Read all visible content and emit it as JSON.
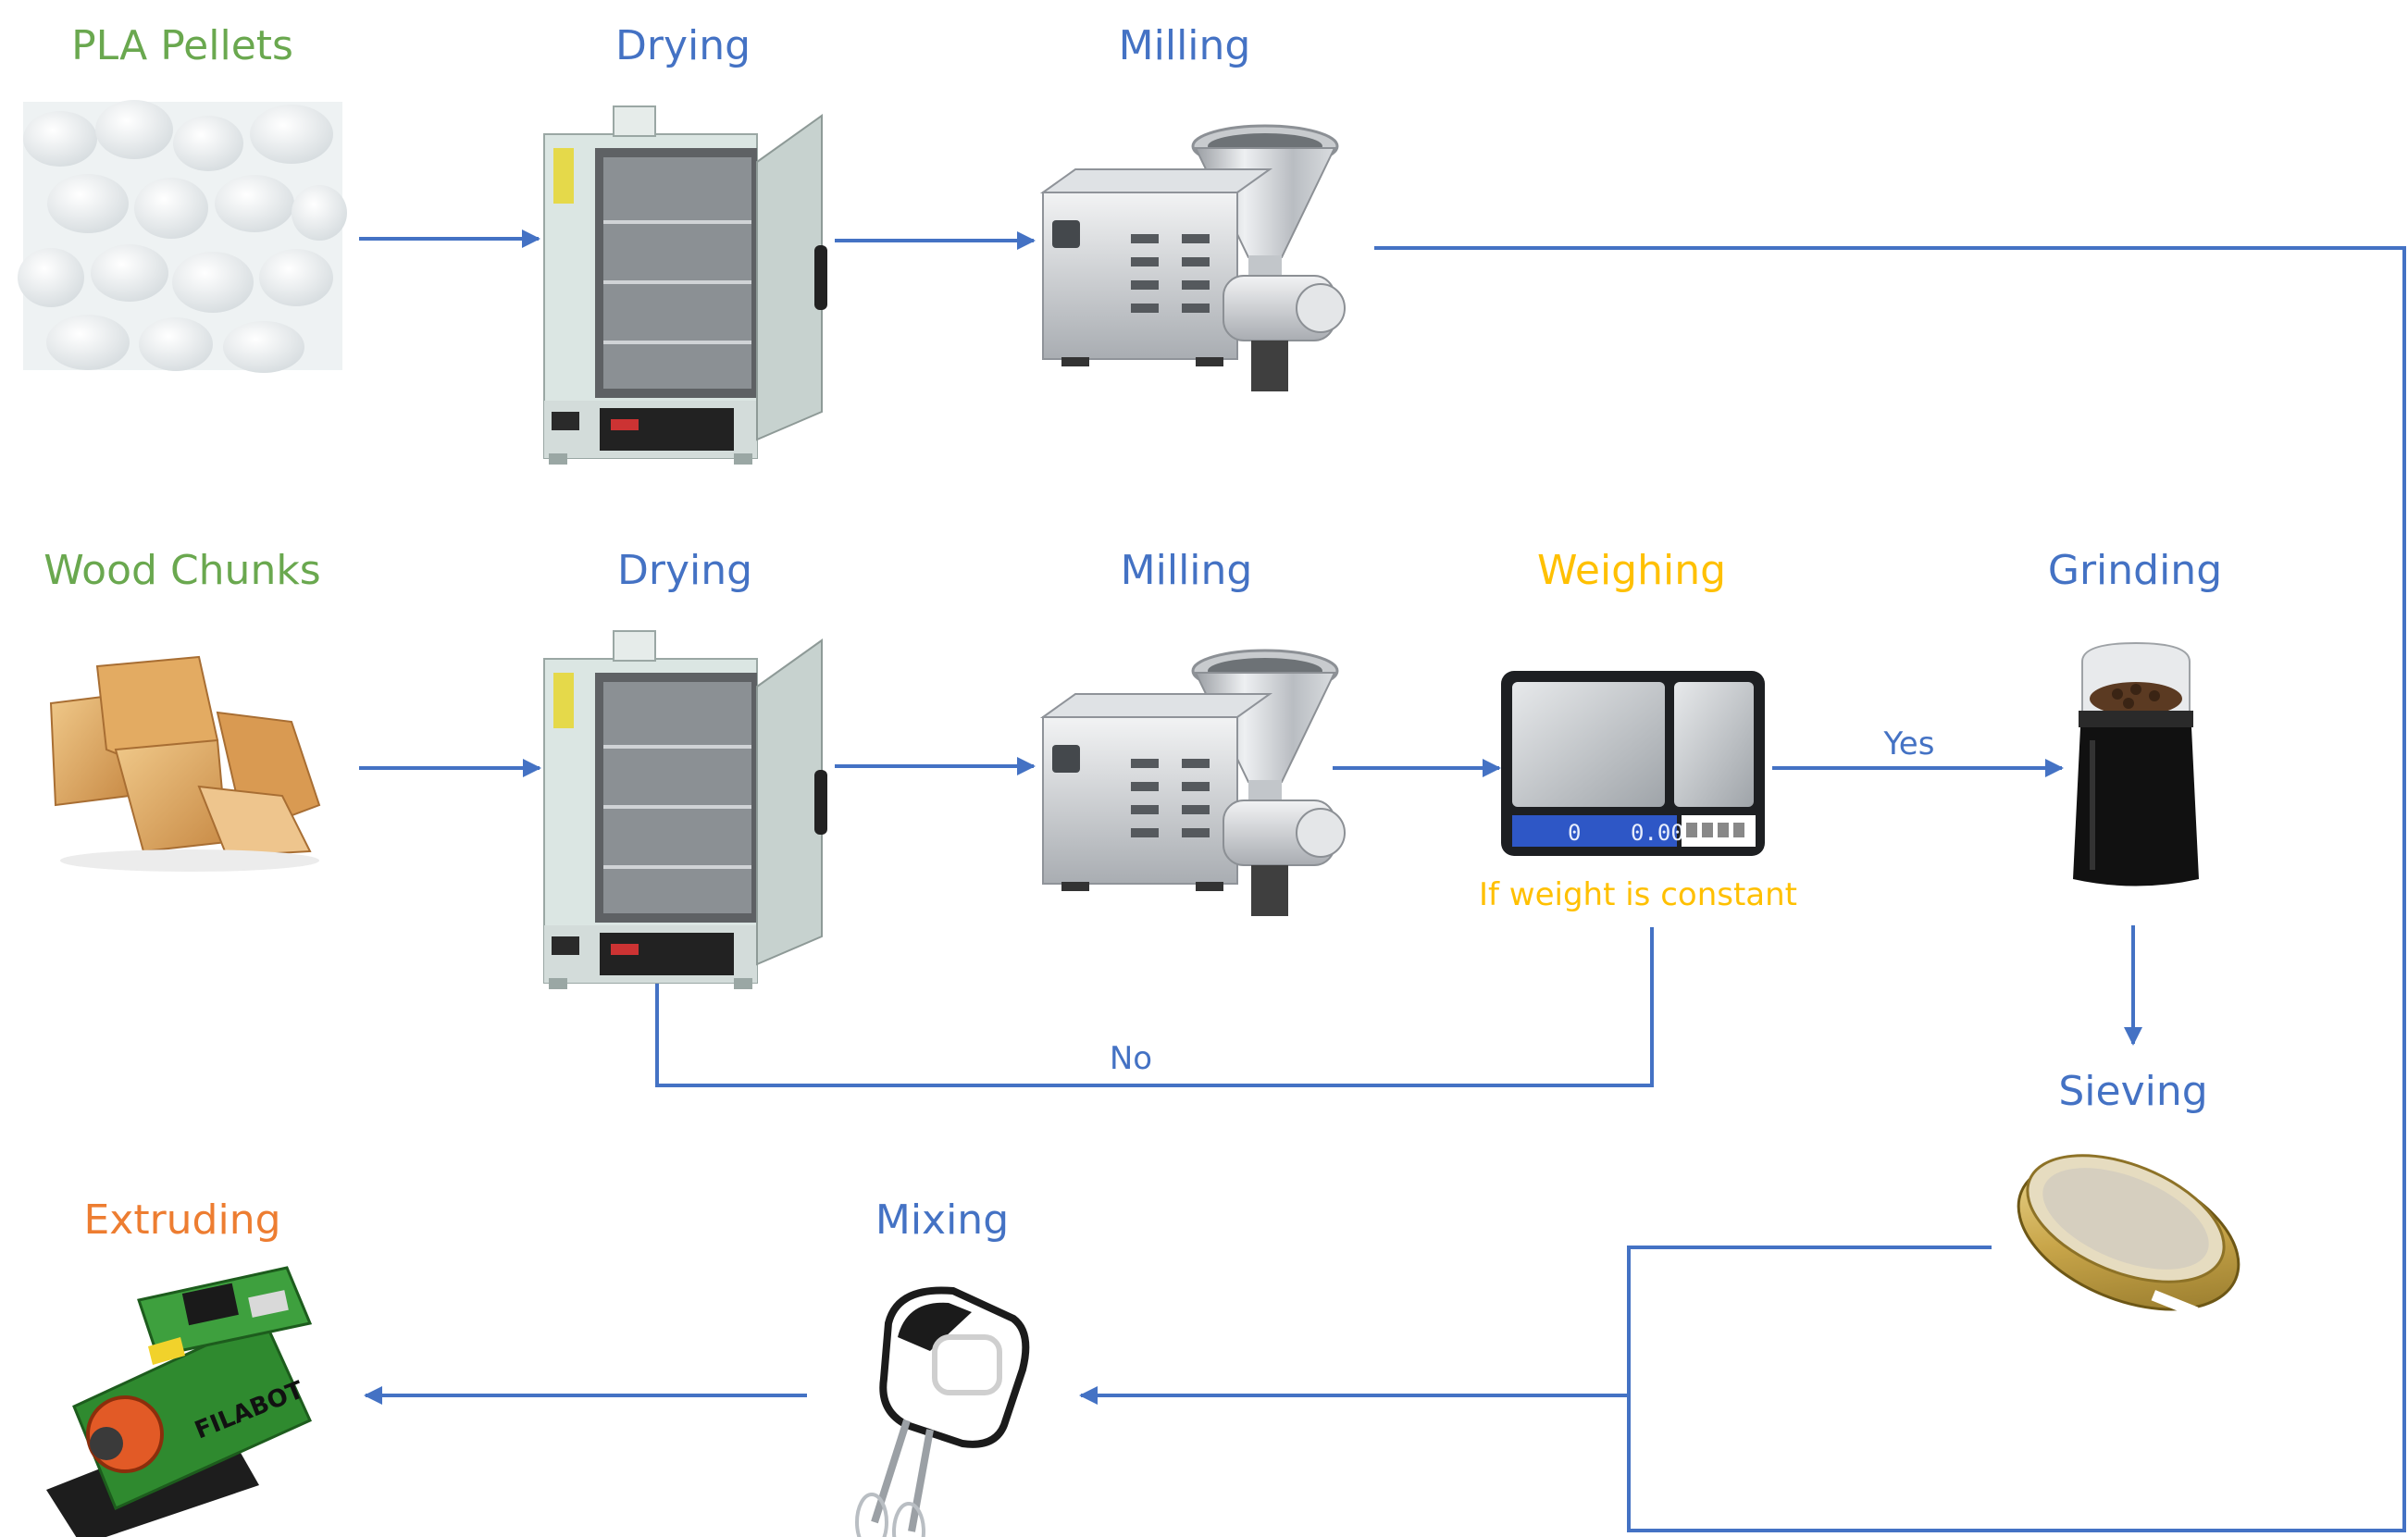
{
  "colors": {
    "arrow": "#4472c4",
    "raw_material": "#6aa84f",
    "process": "#4472c4",
    "weighing": "#ffc000",
    "extruding": "#ed7d31"
  },
  "labels": {
    "pla_pellets": "PLA Pellets",
    "drying_1": "Drying",
    "milling_1": "Milling",
    "wood_chunks": "Wood Chunks",
    "drying_2": "Drying",
    "milling_2": "Milling",
    "weighing": "Weighing",
    "grinding": "Grinding",
    "sieving": "Sieving",
    "mixing": "Mixing",
    "extruding": "Extruding"
  },
  "edge_labels": {
    "yes": "Yes",
    "no": "No",
    "condition": "If weight is constant"
  },
  "device_text": {
    "scale_display_left": "0",
    "scale_display_right": "0.00",
    "extruder_brand": "FILABOT"
  },
  "icons": [
    "pla-pellets-image",
    "drying-oven-icon",
    "milling-machine-icon",
    "wood-chunks-image",
    "scale-icon",
    "coffee-grinder-icon",
    "sieve-icon",
    "hand-mixer-icon",
    "extruder-icon"
  ]
}
